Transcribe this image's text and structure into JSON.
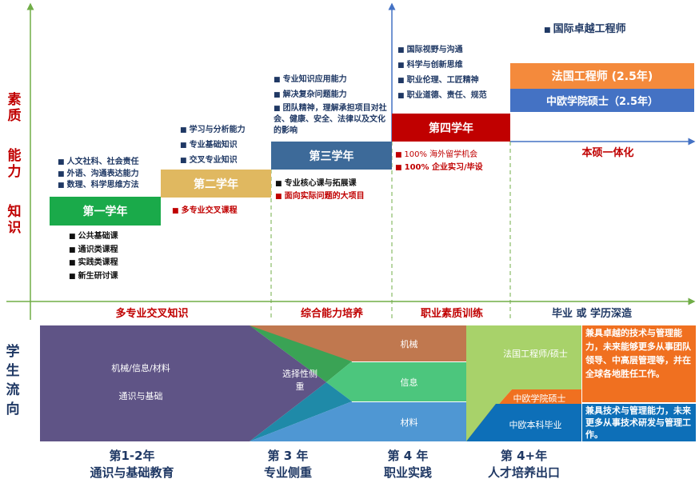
{
  "left_axis": {
    "quality": "素质",
    "ability": "能力",
    "knowledge": "知识"
  },
  "years": [
    {
      "label": "第一学年",
      "above": [
        "人文社科、社会责任",
        "外语、沟通表达能力",
        "数理、科学思维方法"
      ],
      "below": [
        "公共基础课",
        "通识类课程",
        "实践类课程",
        "新生研讨课"
      ],
      "color": "#1aaa4a"
    },
    {
      "label": "第二学年",
      "above": [
        "学习与分析能力",
        "专业基础知识",
        "交叉专业知识"
      ],
      "below": [
        "多专业交叉课程"
      ],
      "color": "#e0b860"
    },
    {
      "label": "第三学年",
      "above": [
        "专业知识应用能力",
        "解决复杂问题能力",
        "团队精神，理解承担项目对社会、健康、安全、法律以及文化的影响"
      ],
      "below": [
        "专业核心课与拓展课",
        "面向实际问题的大项目"
      ],
      "color": "#3d6a99"
    },
    {
      "label": "第四学年",
      "above": [
        "国际视野与沟通",
        "科学与创新思维",
        "职业伦理、工匠精神",
        "职业道德、责任、规范"
      ],
      "below": [
        "100% 海外留学机会",
        "100% 企业实习/毕设"
      ],
      "color": "#c00000"
    }
  ],
  "graduate": {
    "top": "国际卓越工程师",
    "french": "法国工程师 (2.5年)",
    "master": "中欧学院硕士（2.5年）",
    "integrated": "本硕一体化"
  },
  "axis_labels": [
    "多专业交叉知识",
    "综合能力培养",
    "职业素质训练",
    "毕业 或 学历深造"
  ],
  "flow": {
    "side_label": "学生流向",
    "general": [
      "机械/信息/材料",
      "通识与基础"
    ],
    "selective": "选择性侧重",
    "majors": [
      "机械",
      "信息",
      "材料"
    ],
    "exits": [
      "法国工程师/硕士",
      "中欧学院硕士",
      "中欧本科毕业"
    ],
    "desc_top": "兼具卓越的技术与管理能力，未来能够更多从事团队领导、中高层管理等，并在全球各地胜任工作。",
    "desc_bottom": "兼具技术与管理能力，未来更多从事技术研发与管理工作。"
  },
  "stages": [
    {
      "year": "第1-2年",
      "name": "通识与基础教育"
    },
    {
      "year": "第 3 年",
      "name": "专业侧重"
    },
    {
      "year": "第 4  年",
      "name": "职业实践"
    },
    {
      "year": "第 4+年",
      "name": "人才培养出口"
    }
  ]
}
